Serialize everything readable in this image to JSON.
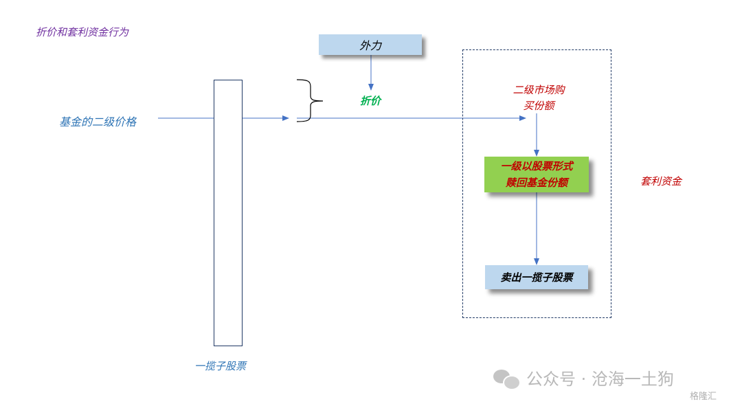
{
  "title": "折价和套利资金行为",
  "price_label": "基金的二级价格",
  "external_force": "外力",
  "discount": "折价",
  "secondary_buy": "二级市场购\n买份额",
  "redeem": "一级以股票形式\n赎回基金份额",
  "sell": "卖出一揽子股票",
  "arbitrage_funds": "套利资金",
  "stock_basket": "一揽子股票",
  "watermark": {
    "text": "公众号 · 沧海一土狗",
    "icon": "wechat-icon",
    "brand": "格隆汇"
  },
  "colors": {
    "title": "#7030a0",
    "blue_text": "#2e74b5",
    "red_text": "#c00000",
    "green_text": "#00b050",
    "box_blue": "#bdd7ee",
    "box_green": "#92d050",
    "arrow": "#4472c4"
  }
}
